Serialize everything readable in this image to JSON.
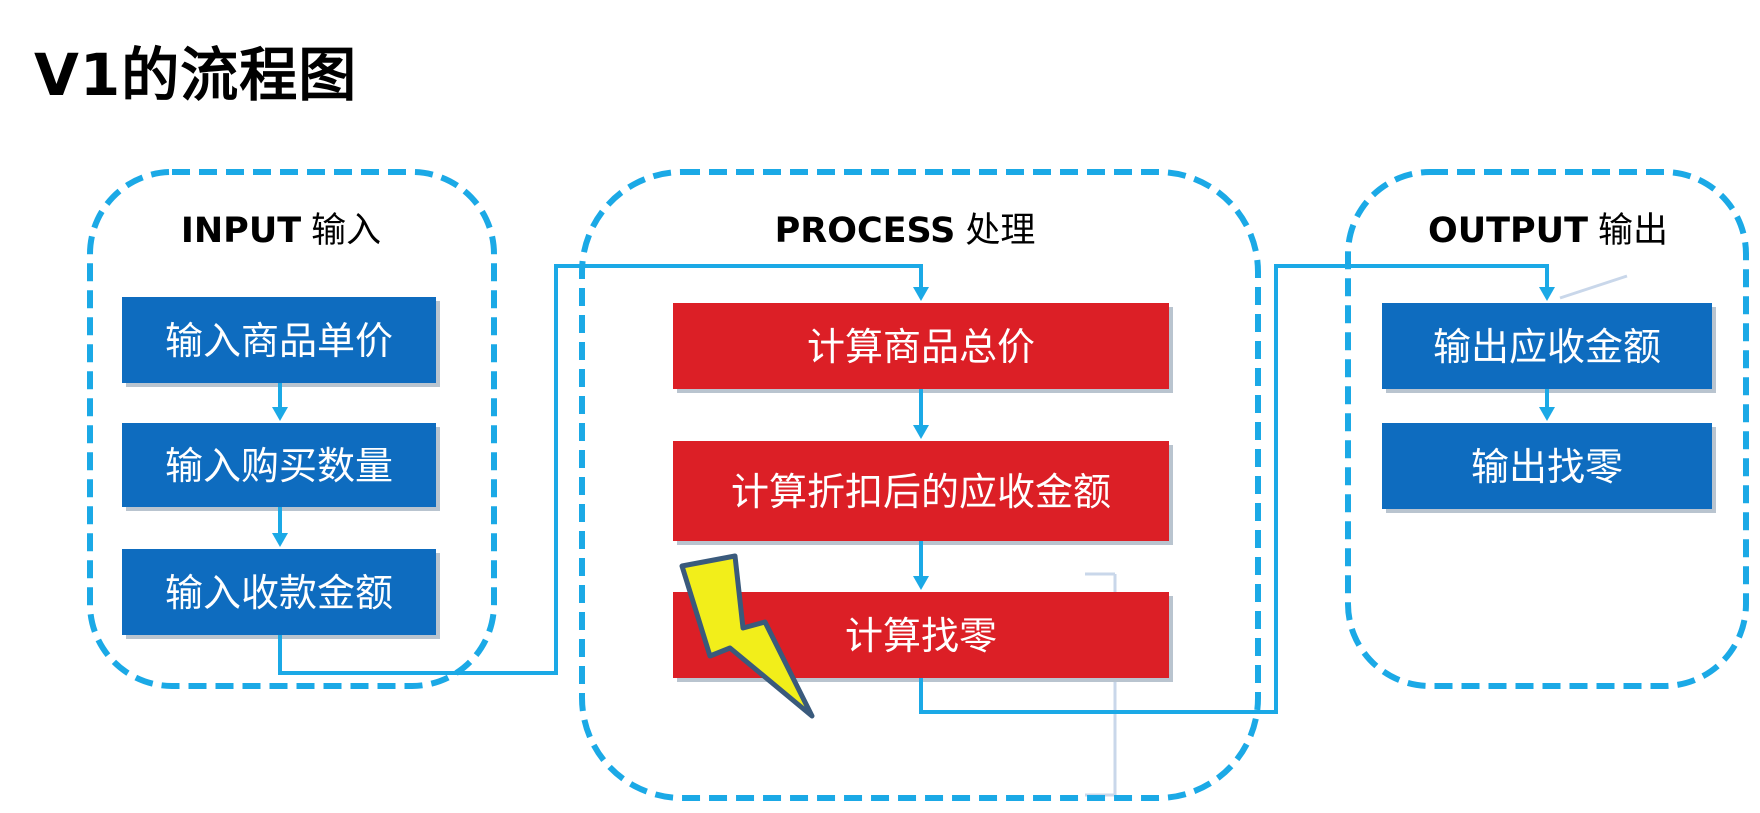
{
  "title": "V1的流程图",
  "groups": {
    "input": {
      "label_en": "INPUT",
      "label_zh": "输入",
      "steps": [
        "输入商品单价",
        "输入购买数量",
        "输入收款金额"
      ]
    },
    "process": {
      "label_en": "PROCESS",
      "label_zh": "处理",
      "steps": [
        "计算商品总价",
        "计算折扣后的应收金额",
        "计算找零"
      ]
    },
    "output": {
      "label_en": "OUTPUT",
      "label_zh": "输出",
      "steps": [
        "输出应收金额",
        "输出找零"
      ]
    }
  },
  "colors": {
    "input_step": "#0e6cbf",
    "process_step": "#dc1f26",
    "output_step": "#0e6cbf",
    "connector": "#1ba9e6",
    "group_border": "#1ba9e6",
    "warning_bolt": "#f2ee1a"
  },
  "icons": {
    "warning": "lightning-bolt-icon"
  }
}
